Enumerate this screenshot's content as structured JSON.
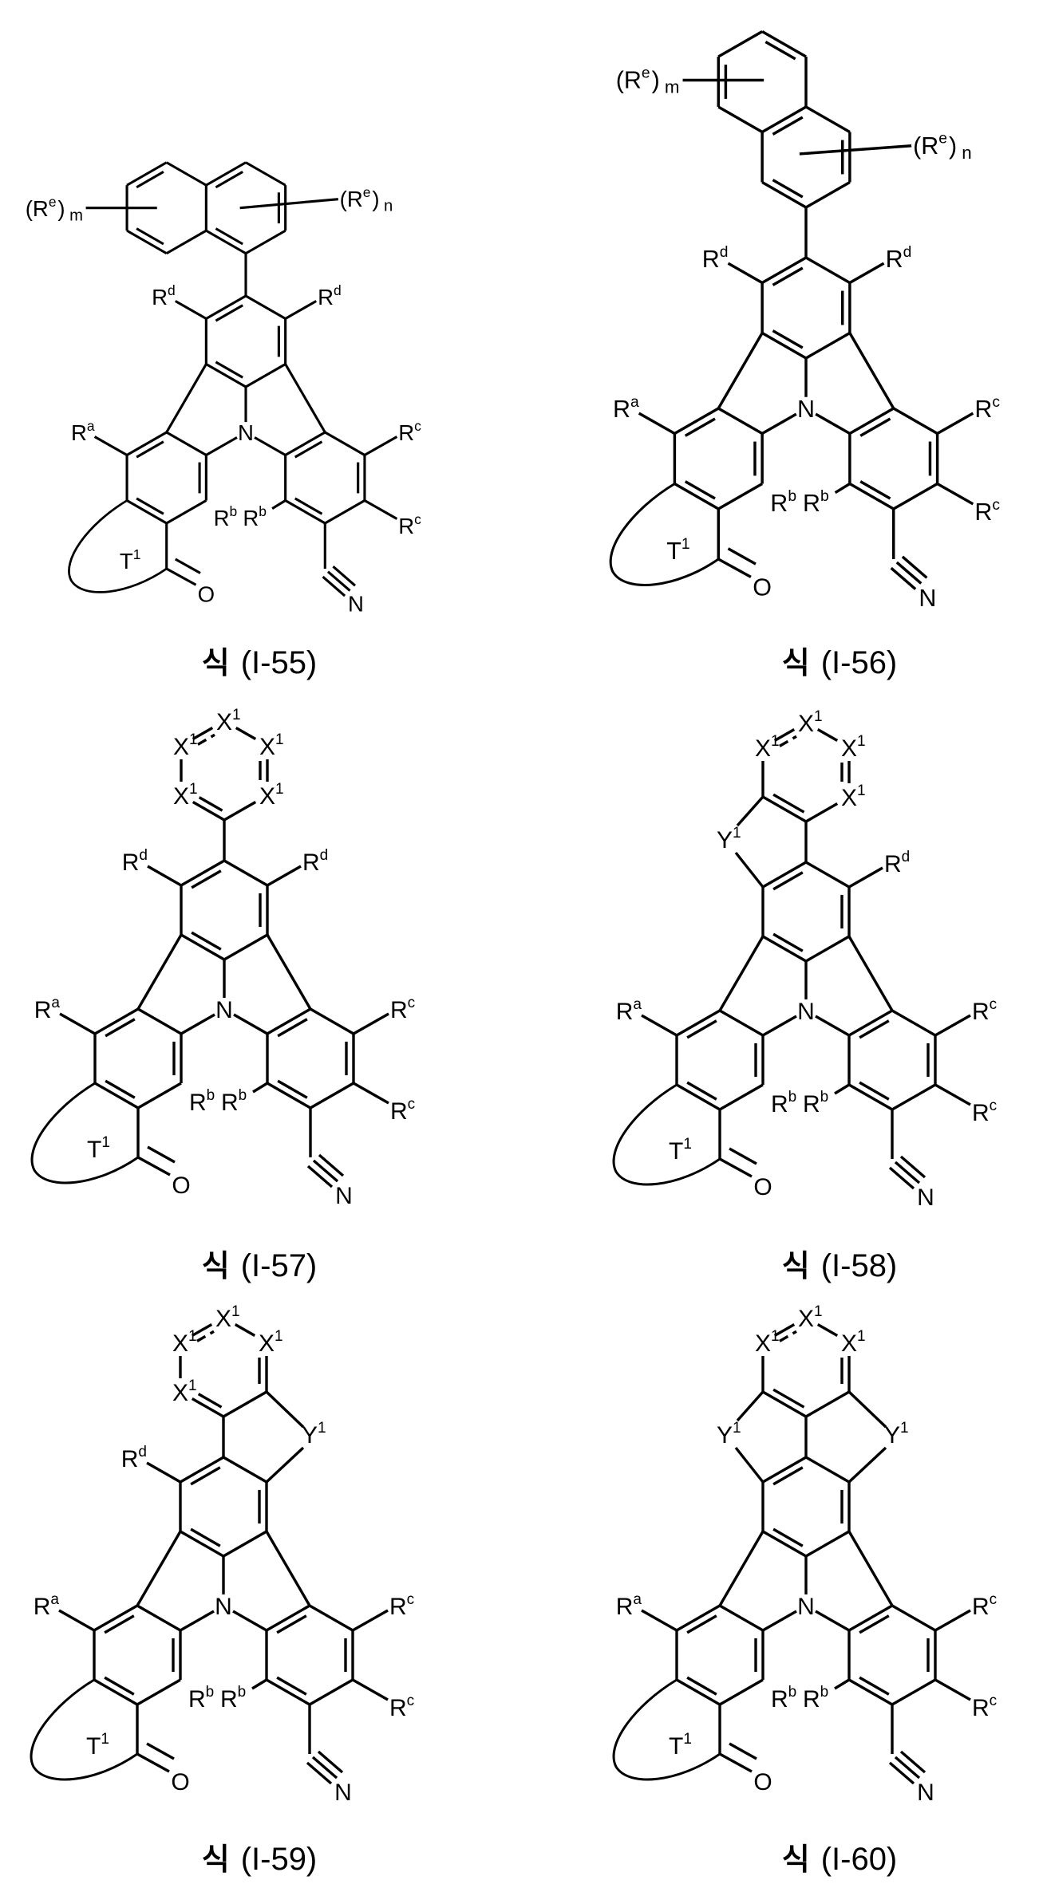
{
  "formulas": [
    {
      "prefix": "식",
      "label": "(I-55)"
    },
    {
      "prefix": "식",
      "label": "(I-56)"
    },
    {
      "prefix": "식",
      "label": "(I-57)"
    },
    {
      "prefix": "식",
      "label": "(I-58)"
    },
    {
      "prefix": "식",
      "label": "(I-59)"
    },
    {
      "prefix": "식",
      "label": "(I-60)"
    }
  ],
  "atom_labels": {
    "Ra": {
      "base": "R",
      "sup": "a"
    },
    "Rb": {
      "base": "R",
      "sup": "b"
    },
    "Rc": {
      "base": "R",
      "sup": "c"
    },
    "Rd": {
      "base": "R",
      "sup": "d"
    },
    "Re_m": {
      "base": "(R",
      "sup": "e",
      "after": ")",
      "sub": "m"
    },
    "Re_n": {
      "base": "(R",
      "sup": "e",
      "after": ")",
      "sub": "n"
    },
    "T1": {
      "base": "T",
      "sup": "1"
    },
    "X1": {
      "base": "X",
      "sup": "1"
    },
    "Y1": {
      "base": "Y",
      "sup": "1"
    },
    "O": {
      "base": "O"
    },
    "N": {
      "base": "N"
    }
  }
}
